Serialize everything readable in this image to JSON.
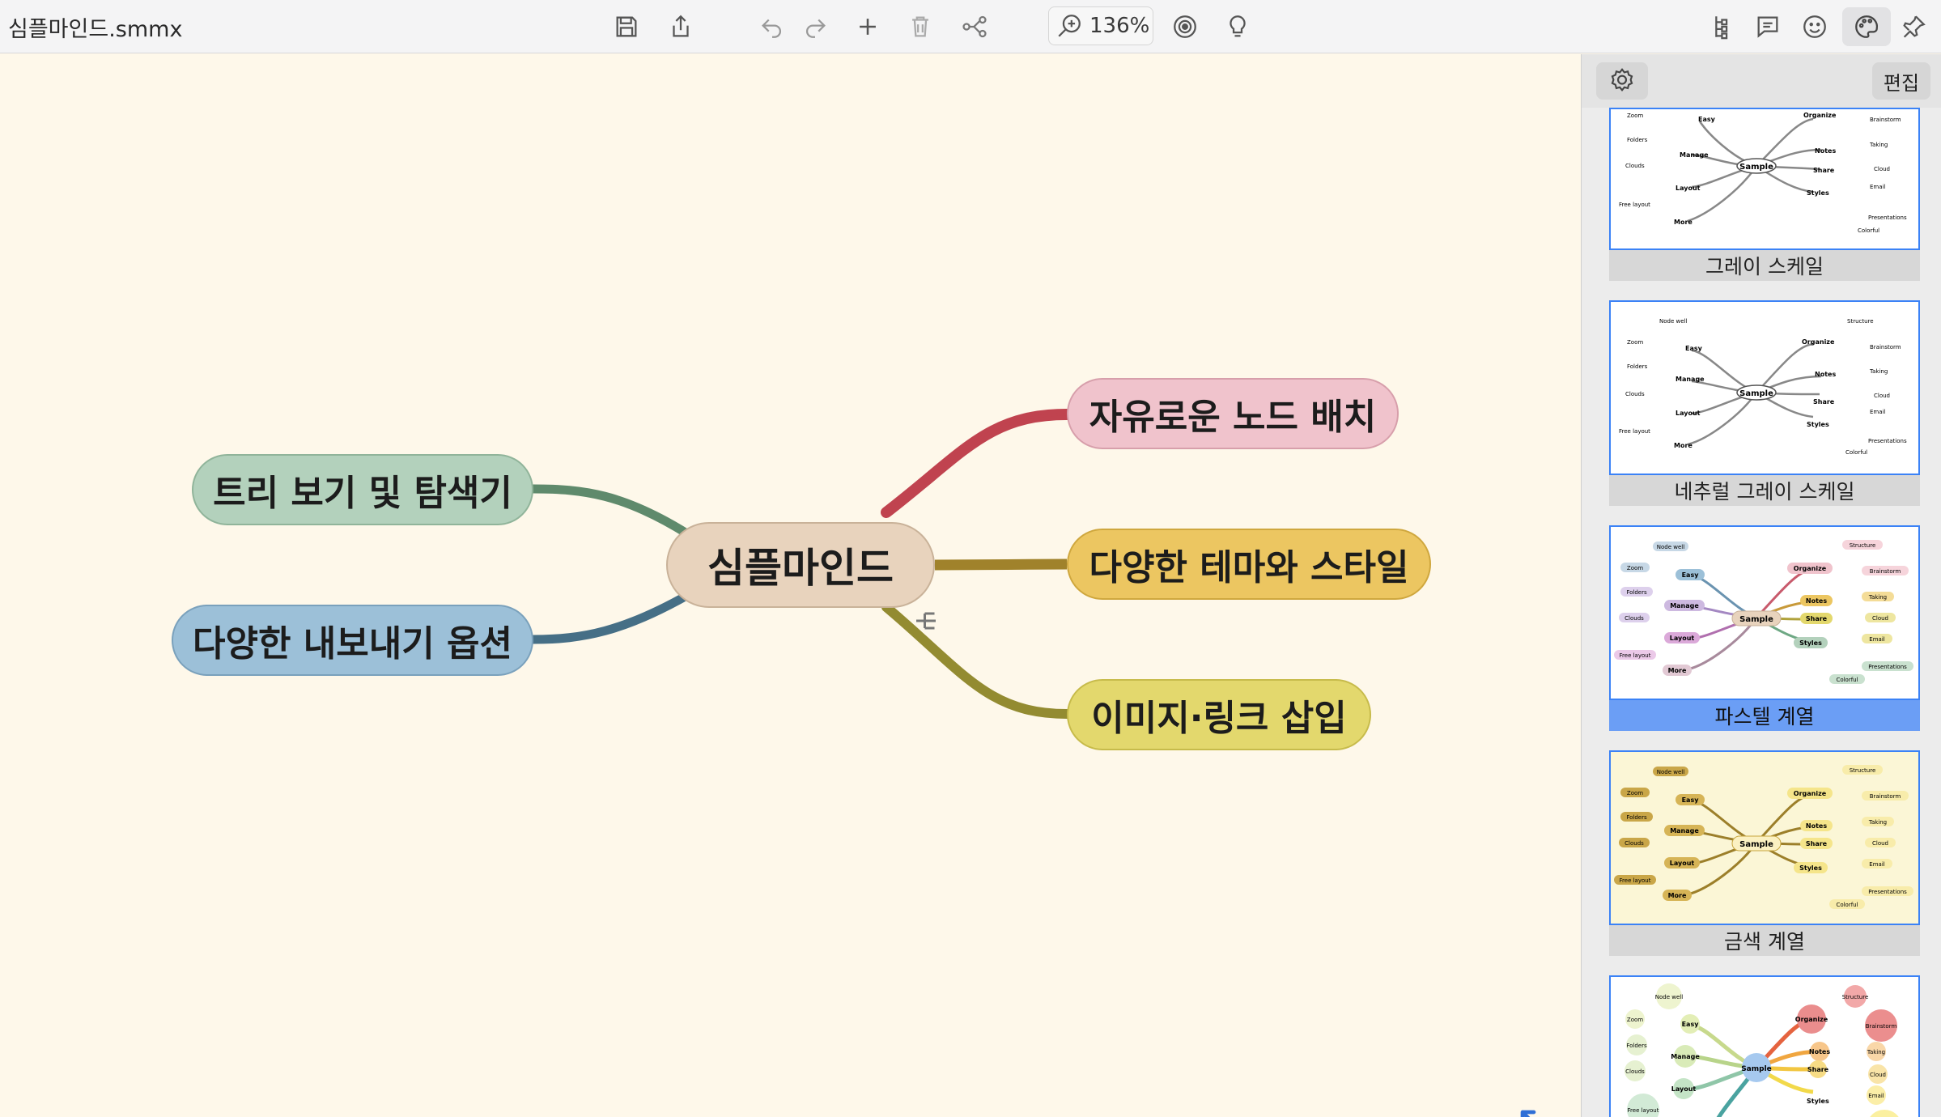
{
  "window": {
    "title": "심플마인드.smmx"
  },
  "toolbar": {
    "zoom": "136%",
    "icons": [
      "save-icon",
      "share-icon",
      "undo-icon",
      "redo-icon",
      "add-icon",
      "trash-icon",
      "connect-icon",
      "zoom-icon",
      "focus-icon",
      "lightbulb-icon",
      "outline-icon",
      "comment-icon",
      "emoji-icon",
      "palette-icon",
      "pin-icon"
    ]
  },
  "mindmap": {
    "center": "심플마인드",
    "right": [
      "자유로운 노드 배치",
      "다양한 테마와 스타일",
      "이미지·링크 삽입"
    ],
    "left": [
      "트리 보기 및 탐색기",
      "다양한 내보내기 옵션"
    ],
    "colors": {
      "r1": "#c0434f",
      "r2": "#a0822b",
      "r3": "#938b31",
      "l1": "#5f8a6c",
      "l2": "#466f86"
    }
  },
  "sidebar": {
    "edit_label": "편집",
    "themes": [
      {
        "label": "그레이 스케일",
        "selected": false
      },
      {
        "label": "네추럴 그레이 스케일",
        "selected": false
      },
      {
        "label": "파스텔 계열",
        "selected": true
      },
      {
        "label": "금색 계열",
        "selected": false
      },
      {
        "label": "",
        "selected": false
      }
    ],
    "sample": {
      "center": "Sample",
      "branches": [
        "Easy",
        "Manage",
        "Layout",
        "More",
        "Organize",
        "Notes",
        "Share",
        "Styles"
      ],
      "leaves": [
        "Node well",
        "Zoom",
        "Folders",
        "Clouds",
        "Free layout",
        "Structure",
        "Brainstorm",
        "Taking",
        "Cloud",
        "Email",
        "Presentations",
        "Colorful"
      ]
    }
  }
}
